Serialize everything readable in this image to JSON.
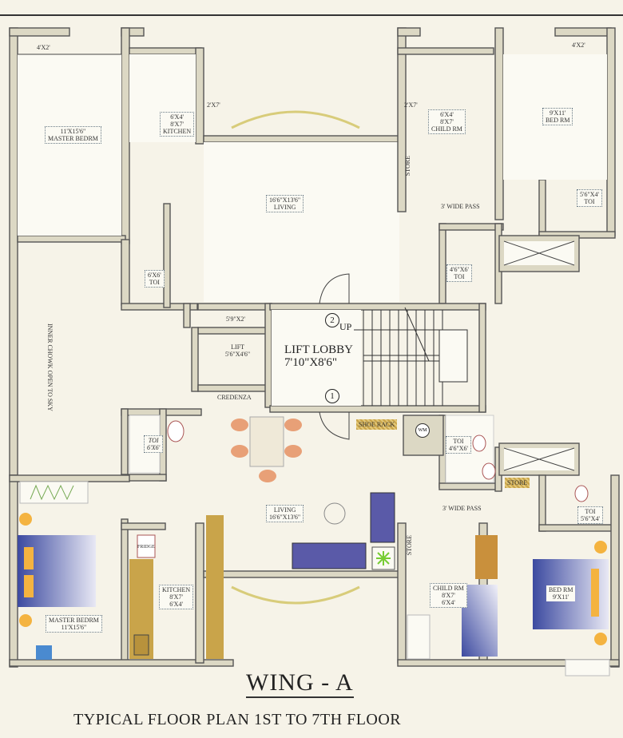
{
  "title": "WING - A",
  "subtitle": "TYPICAL FLOOR PLAN 1ST TO 7TH FLOOR",
  "colors": {
    "wall": "#dcd8c4",
    "background": "#f6f3e8",
    "bed_blue": "#3c4aa0",
    "furniture_gold": "#c9a44a",
    "chair_orange": "#e8a077"
  },
  "upper_left_flat": {
    "master_bedroom": {
      "size": "11'X15'6\"",
      "name": "MASTER BEDRM"
    },
    "balcony": "4'X2'",
    "kitchen": {
      "size1": "6'X4'",
      "size2": "8'X7'",
      "name": "KITCHEN"
    },
    "kitchen_door": "2'X7'",
    "toilet": {
      "size": "6'X6'",
      "name": "TOI"
    },
    "living": {
      "size": "16'6\"X13'6\"",
      "name": "LIVING"
    },
    "passage": "5'9\"X2'"
  },
  "upper_right_flat": {
    "child_room": {
      "size1": "6'X4'",
      "size2": "8'X7'",
      "name": "CHILD RM"
    },
    "door": "2'X7'",
    "store": "STORE",
    "bedroom": {
      "size": "9'X11'",
      "name": "BED RM"
    },
    "balcony": "4'X2'",
    "pass": "3' WIDE PASS",
    "toilet1": {
      "size": "5'6\"X4'",
      "name": "TOI"
    },
    "toilet2": {
      "size": "4'6\"X6'",
      "name": "TOI"
    }
  },
  "core": {
    "lift": {
      "name": "LIFT",
      "size": "5'6\"X4'6\""
    },
    "lobby": {
      "name": "LIFT LOBBY",
      "size": "7'10\"X8'6\""
    },
    "marker_1": "1",
    "marker_2": "2",
    "up": "UP",
    "courtyard": "INNER CHOWK OPEN TO SKY"
  },
  "lower_flat": {
    "credenza": "CREDENZA",
    "toilet_left": {
      "name": "TOI",
      "size": "6'X6'"
    },
    "living": {
      "name": "LIVING",
      "size": "16'6\"X13'6\""
    },
    "shoe_rack": "SHOE RACK",
    "wm": "WM",
    "toilet_mid": {
      "name": "TOI",
      "size": "4'6\"X6'"
    },
    "store": "STORE",
    "pass": "3' WIDE PASS",
    "toilet_right": {
      "name": "TOI",
      "size": "5'6\"X4'"
    },
    "store_vertical": "STORE",
    "master_bedroom": {
      "name": "MASTER BEDRM",
      "size": "11'X15'6\""
    },
    "fridge": "FRIDGE",
    "kitchen": {
      "name": "KITCHEN",
      "size1": "8'X7'",
      "size2": "6'X4'"
    },
    "child_room": {
      "name": "CHILD RM",
      "size1": "8'X7'",
      "size2": "6'X4'"
    },
    "bedroom": {
      "name": "BED RM",
      "size": "9'X11'"
    }
  }
}
